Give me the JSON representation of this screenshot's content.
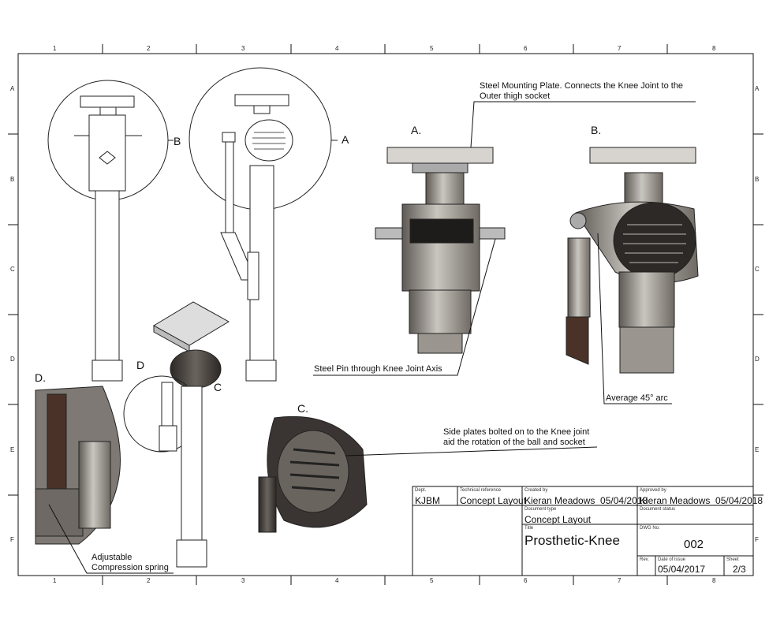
{
  "frame": {
    "columns": [
      "1",
      "2",
      "3",
      "4",
      "5",
      "6",
      "7",
      "8"
    ],
    "rows": [
      "A",
      "B",
      "C",
      "D",
      "E",
      "F"
    ]
  },
  "views": {
    "front_callout": "B",
    "side_callout": "A",
    "iso_callout_c": "C",
    "iso_callout_d": "D",
    "detail_a": "A.",
    "detail_b": "B.",
    "detail_c": "C.",
    "detail_d": "D."
  },
  "annotations": {
    "mounting_plate": "Steel Mounting Plate. Connects the Knee Joint to the",
    "mounting_plate_2": "Outer thigh socket",
    "steel_pin": "Steel Pin through Knee Joint Axis",
    "arc": "Average 45° arc",
    "side_plates": "Side plates bolted on to the Knee joint",
    "side_plates_2": "aid the rotation of the ball and socket",
    "spring": "Adjustable",
    "spring_2": "Compression spring"
  },
  "title_block": {
    "dept_caption": "Dept.",
    "dept": "KJBM",
    "techref_caption": "Technical reference",
    "techref": "Concept Layout",
    "created_caption": "Created by",
    "created": "Kieran Meadows  05/04/2018",
    "approved_caption": "Approved by",
    "approved": "Kieran Meadows  05/04/2018",
    "doctype_caption": "Document type",
    "doctype": "Concept Layout",
    "docstatus_caption": "Document status",
    "title_caption": "Title",
    "title": "Prosthetic-Knee",
    "dwg_caption": "DWG No.",
    "dwg": "002",
    "rev_caption": "Rev.",
    "date_caption": "Date of issue",
    "date": "05/04/2017",
    "sheet_caption": "Sheet",
    "sheet": "2/3"
  },
  "colors": {
    "metal": "#8f8a84",
    "dark": "#3b3531",
    "brown": "#4a3228"
  }
}
